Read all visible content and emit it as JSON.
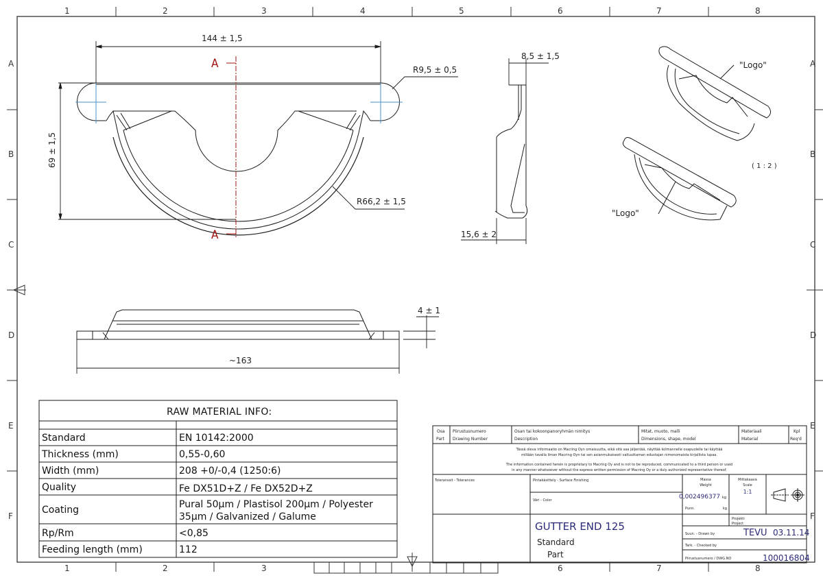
{
  "sheet": {
    "column_labels": [
      "1",
      "2",
      "3",
      "4",
      "5",
      "6",
      "7",
      "8"
    ],
    "row_labels": [
      "A",
      "B",
      "C",
      "D",
      "E",
      "F"
    ]
  },
  "front_view": {
    "width_dim": "144 ± 1,5",
    "height_dim": "69 ± 1,5",
    "flange_radius": "R9,5 ± 0,5",
    "arc_radius": "R66,2 ± 1,5",
    "section_top": "A",
    "section_bottom": "A"
  },
  "side_view": {
    "top_dim": "8,5 ± 1,5",
    "bottom_dim": "15,6 ± 2"
  },
  "bottom_view": {
    "length_dim": "~163",
    "step_dim": "4 ± 1"
  },
  "iso_views": {
    "logo_label_top": "\"Logo\"",
    "logo_label_bottom": "\"Logo\"",
    "scale_note": "( 1 : 2 )"
  },
  "raw_material": {
    "title": "RAW MATERIAL INFO:",
    "rows": [
      {
        "label": "Standard",
        "value": "EN 10142:2000"
      },
      {
        "label": "Thickness (mm)",
        "value": "0,55-0,60"
      },
      {
        "label": "Width (mm)",
        "value": "208 +0/-0,4 (1250:6)"
      },
      {
        "label": "Quality",
        "value": "Fe DX51D+Z / Fe DX52D+Z"
      },
      {
        "label": "Coating",
        "value_line1": "Pural 50µm / Plastisol 200µm / Polyester",
        "value_line2": "35µm / Galvanized / Galume"
      },
      {
        "label": "Rp/Rm",
        "value": "<0,85"
      },
      {
        "label": "Feeding length (mm)",
        "value": "112"
      }
    ]
  },
  "title_block": {
    "header": {
      "osa": "Osa",
      "part": "Part",
      "piirustusnumero": "Piirustusnumero",
      "drawing_number": "Drawing Number",
      "osan_nimitys": "Osan tai kokoonpanoryhmän nimitys",
      "description": "Description",
      "mitat": "Mitat, muoto, malli",
      "dimensions": "Dimensions, shape, model",
      "materiaali": "Materiaali",
      "material": "Material",
      "kpl": "Kpl",
      "reqd": "Req'd"
    },
    "notice_fi_1": "Tässä oleva informaatio on Macring Oyn omaisuutta, eikä sitä saa jäljentää, näyttää kolmannelle osapuolelle tai käyttää",
    "notice_fi_2": "millään tavalla ilman Macring Oyn tai sen asianmukaisesti valtuuttaman edustajan nimenomaista kirjallista lupaa.",
    "notice_en_1": "The information contained herein is proprietary to Macring Oy and is not to be reproduced, communicated to a third person or used",
    "notice_en_2": "in any manner whatsoever without the express written permission of Macring Oy or a duly authorized representative thereof.",
    "tolerances": "Toleranssit - Tolerances",
    "surface_finishing": "Pintakäsittely - Surface Finishing",
    "color": "Väri - Color",
    "mass_fi": "Massa",
    "mass_en": "Weight",
    "mass_value": "0,002496377",
    "mass_unit": "kg",
    "punn": "Punn.",
    "punn_unit": "kg",
    "scale_fi": "Mittakaava",
    "scale_en": "Scale",
    "scale_value": "1:1",
    "project_fi": "Projekti",
    "project_en": "Project",
    "part_name": "GUTTER END 125",
    "category_line1": "Standard",
    "category_line2": "Part",
    "drawn_by_label": "Suun. - Drawn by",
    "drawn_by": "TEVU",
    "drawn_date": "03.11.14",
    "checked_by_label": "Tark. - Checked by",
    "dwg_no_label": "Piirustusnumero / DWG.NO",
    "dwg_no": "100016804"
  },
  "colors": {
    "line": "#1a1a1a",
    "section_red": "#a01010",
    "center_blue": "#4a90c8",
    "title_blue": "#2a2a7a"
  }
}
